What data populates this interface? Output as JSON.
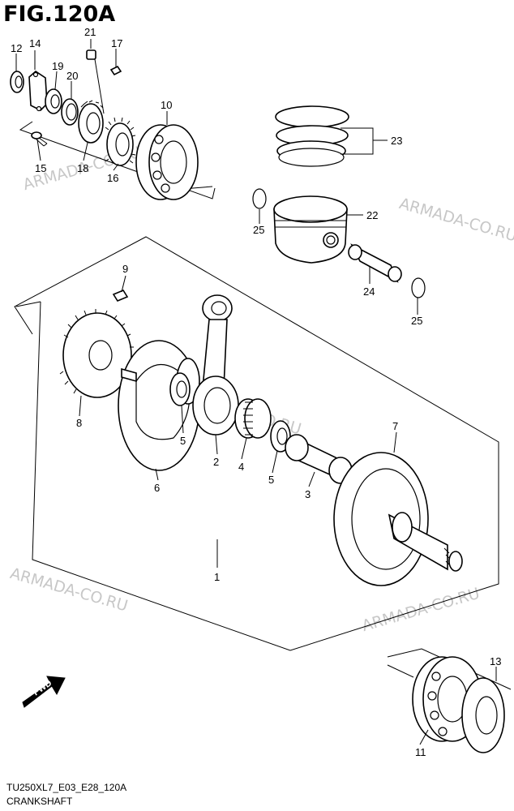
{
  "figure_title": "FIG.120A",
  "footer": {
    "model_code": "TU250XL7_E03_E28_120A",
    "section": "CRANKSHAFT"
  },
  "watermark": "ARMADA-CO.RU",
  "fwd_label": "FWD",
  "callouts": {
    "c1": "1",
    "c2": "2",
    "c3": "3",
    "c4": "4",
    "c5a": "5",
    "c5b": "5",
    "c6": "6",
    "c7": "7",
    "c8": "8",
    "c9": "9",
    "c10": "10",
    "c11": "11",
    "c12": "12",
    "c13": "13",
    "c14": "14",
    "c15": "15",
    "c16": "16",
    "c17": "17",
    "c18": "18",
    "c19": "19",
    "c20": "20",
    "c21": "21",
    "c22": "22",
    "c23": "23",
    "c24": "24",
    "c25a": "25",
    "c25b": "25"
  }
}
